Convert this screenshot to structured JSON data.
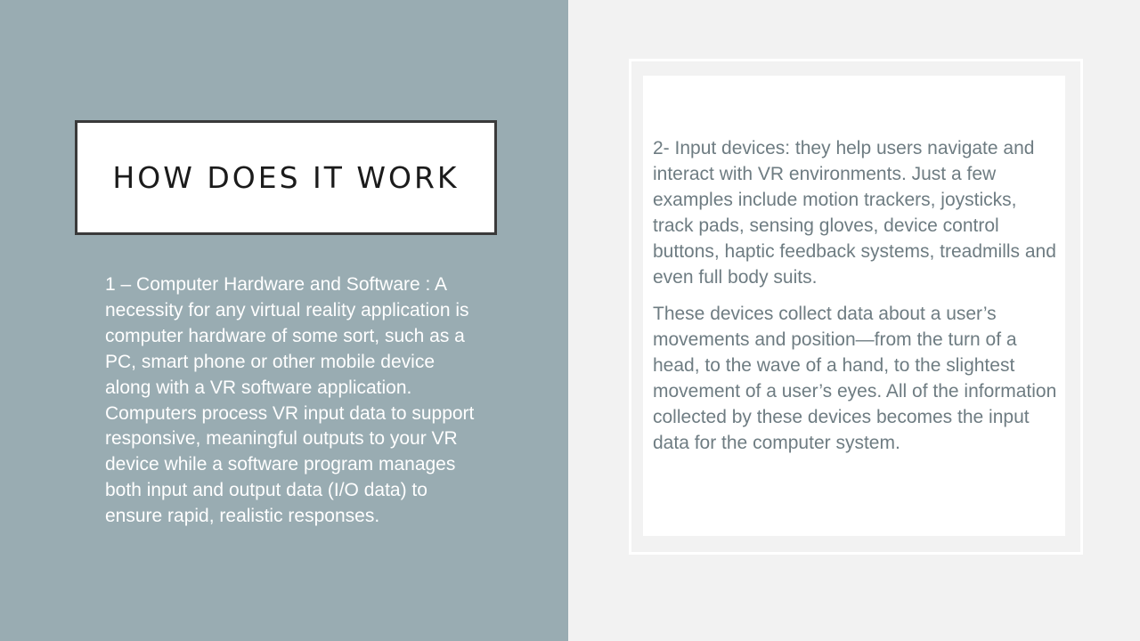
{
  "slide": {
    "title": "How does it work",
    "left_body": "1 – Computer Hardware and Software : A necessity for any virtual reality application is computer hardware of some sort, such as a PC, smart phone or other mobile device along with a VR software application. Computers process VR input data to support responsive, meaningful outputs to your VR device while a software program manages both input and output data (I/O data) to ensure rapid, realistic responses.",
    "right_paragraphs": [
      "2- Input devices: they help users navigate and interact with VR environments. Just a few examples include motion trackers, joysticks, track pads, sensing gloves, device control buttons, haptic feedback systems, treadmills and even full body suits.",
      "These devices collect data about a user’s movements and position—from the turn of a head, to the wave of a hand, to the slightest movement of a user’s eyes. All of the information collected by these devices becomes the input data for the computer system."
    ]
  },
  "colors": {
    "left_panel": "#99acb2",
    "background": "#f2f2f2",
    "title_border": "#3a3a3a",
    "right_text": "#6e7c82",
    "left_text": "#ffffff"
  }
}
